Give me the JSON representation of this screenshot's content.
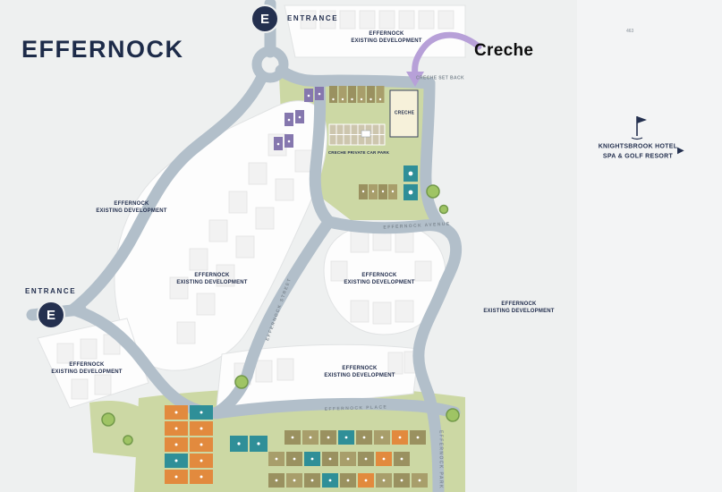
{
  "title": "EFFERNOCK",
  "page_ref": "463",
  "callout": {
    "label": "Creche"
  },
  "entrance": {
    "badge": "E",
    "label": "ENTRANCE"
  },
  "existing_development": {
    "line1": "EFFERNOCK",
    "line2": "EXISTING DEVELOPMENT"
  },
  "creche": {
    "building": "CRECHE",
    "car_park": "CRECHE PRIVATE CAR PARK",
    "set_back": "CRECHE SET BACK"
  },
  "roads": {
    "avenue": "EFFERNOCK AVENUE",
    "street": "EFFERNOCK STREET",
    "place": "EFFERNOCK PLACE",
    "park": "EFFERNOCK PARK"
  },
  "hotel": {
    "line1": "KNIGHTSBROOK HOTEL",
    "line2": "SPA & GOLF RESORT",
    "arrow": "▶"
  },
  "colors": {
    "background": "#eef0f0",
    "road": "#b2bfca",
    "green": "#ccd8a4",
    "navy": "#24304f",
    "orange": "#e28a3e",
    "teal": "#2f8f98",
    "olive": "#9a9160",
    "purple": "#8577ae",
    "arrow_purple": "#b7a0d8",
    "creche_fill": "#f6f1da"
  }
}
